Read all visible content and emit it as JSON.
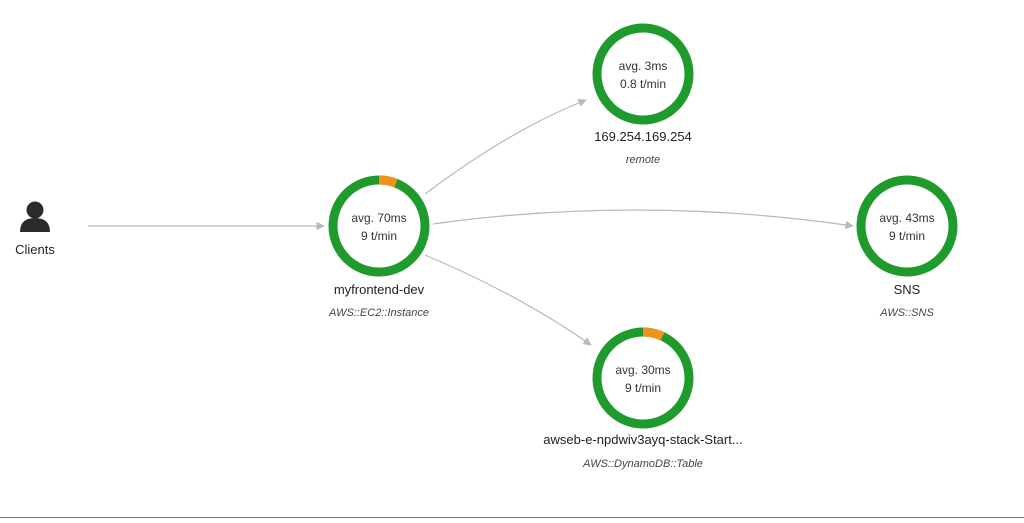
{
  "colors": {
    "ok": "#1f9a2d",
    "error": "#f0931e",
    "edge": "#b8b8b8",
    "text": "#222222"
  },
  "clients": {
    "label": "Clients",
    "icon": "user-icon"
  },
  "nodes": {
    "frontend": {
      "avg": "avg. 70ms",
      "rate": "9 t/min",
      "name": "myfrontend-dev",
      "type": "AWS::EC2::Instance",
      "error_fraction": 0.06
    },
    "remote": {
      "avg": "avg. 3ms",
      "rate": "0.8 t/min",
      "name": "169.254.169.254",
      "type": "remote",
      "error_fraction": 0
    },
    "sns": {
      "avg": "avg. 43ms",
      "rate": "9 t/min",
      "name": "SNS",
      "type": "AWS::SNS",
      "error_fraction": 0
    },
    "dynamo": {
      "avg": "avg. 30ms",
      "rate": "9 t/min",
      "name": "awseb-e-npdwiv3ayq-stack-Start...",
      "type": "AWS::DynamoDB::Table",
      "error_fraction": 0.07
    }
  }
}
